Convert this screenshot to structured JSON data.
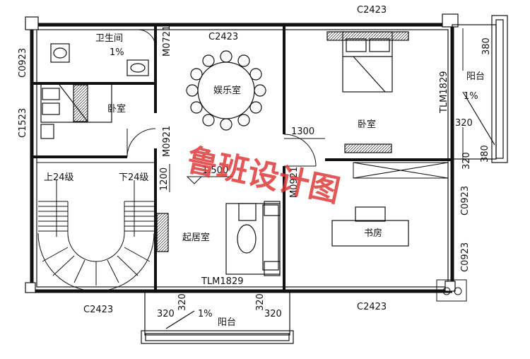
{
  "rooms": {
    "bathroom": "卫生间",
    "bedroom_west": "卧室",
    "entertainment": "娱乐室",
    "bedroom_main": "卧室",
    "balcony_east": "阳台",
    "study": "书房",
    "living": "起居室",
    "balcony_south": "阳台"
  },
  "openings": {
    "c2423_top_mid": "C2423",
    "c2423_top_right": "C2423",
    "c0923_left_top": "C0923",
    "c1523_left": "C1523",
    "m0721": "M0721",
    "m0921": "M0921",
    "m0921_b": "M0921",
    "tlm1829_right": "TLM1829",
    "tlm1829_bottom": "TLM1829",
    "c0923_right_a": "C0923",
    "c0923_right_b": "C0923",
    "c2423_bottom_left": "C2423",
    "c2423_bottom_right": "C2423"
  },
  "stairs": {
    "up": "上24级",
    "down": "下24级"
  },
  "levels": {
    "elevation": "1.500"
  },
  "dimensions": {
    "d1300": "1300",
    "d1200": "1200",
    "d380_a": "380",
    "d320_a": "320",
    "d380_b": "380",
    "d320_b": "320",
    "d320_c": "320",
    "d320_d": "320",
    "d320_e": "320",
    "d320_f": "320"
  },
  "slopes": {
    "bath": "1%",
    "balcony_east": "1%",
    "balcony_south": "1%"
  },
  "watermark": "鲁班设计图"
}
